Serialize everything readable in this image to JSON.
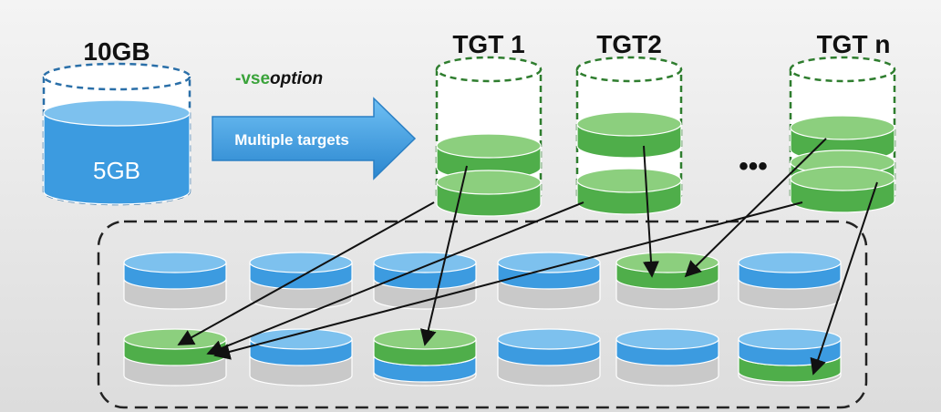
{
  "source": {
    "capacity_label": "10GB",
    "used_label": "5GB"
  },
  "option": {
    "prefix": "-",
    "flag": "vse",
    "suffix": "option"
  },
  "arrow_label": "Multiple targets",
  "targets": [
    {
      "label": "TGT 1"
    },
    {
      "label": "TGT2"
    },
    {
      "label": "TGT n"
    }
  ],
  "ellipsis": "•••",
  "colors": {
    "blue": "#3C9BE0",
    "blue_top": "#7DC1EE",
    "green": "#4FAE4A",
    "green_top": "#8CCF7E",
    "gray": "#C9C9C9",
    "gray_top": "#E0E0E0",
    "dashed_green": "#2E7D2E",
    "dashed_blue": "#2A6FA8",
    "arrow_blue": "#2E8FD8"
  },
  "pool": {
    "rows": [
      [
        {
          "segments": [
            "blue"
          ]
        },
        {
          "segments": [
            "blue"
          ]
        },
        {
          "segments": [
            "blue"
          ]
        },
        {
          "segments": [
            "blue"
          ]
        },
        {
          "segments": [
            "green"
          ]
        },
        {
          "segments": [
            "blue"
          ]
        }
      ],
      [
        {
          "segments": [
            "green"
          ]
        },
        {
          "segments": [
            "blue"
          ]
        },
        {
          "segments": [
            "green",
            "blue"
          ]
        },
        {
          "segments": [
            "blue"
          ]
        },
        {
          "segments": [
            "blue"
          ]
        },
        {
          "segments": [
            "blue",
            "green"
          ]
        }
      ]
    ]
  }
}
